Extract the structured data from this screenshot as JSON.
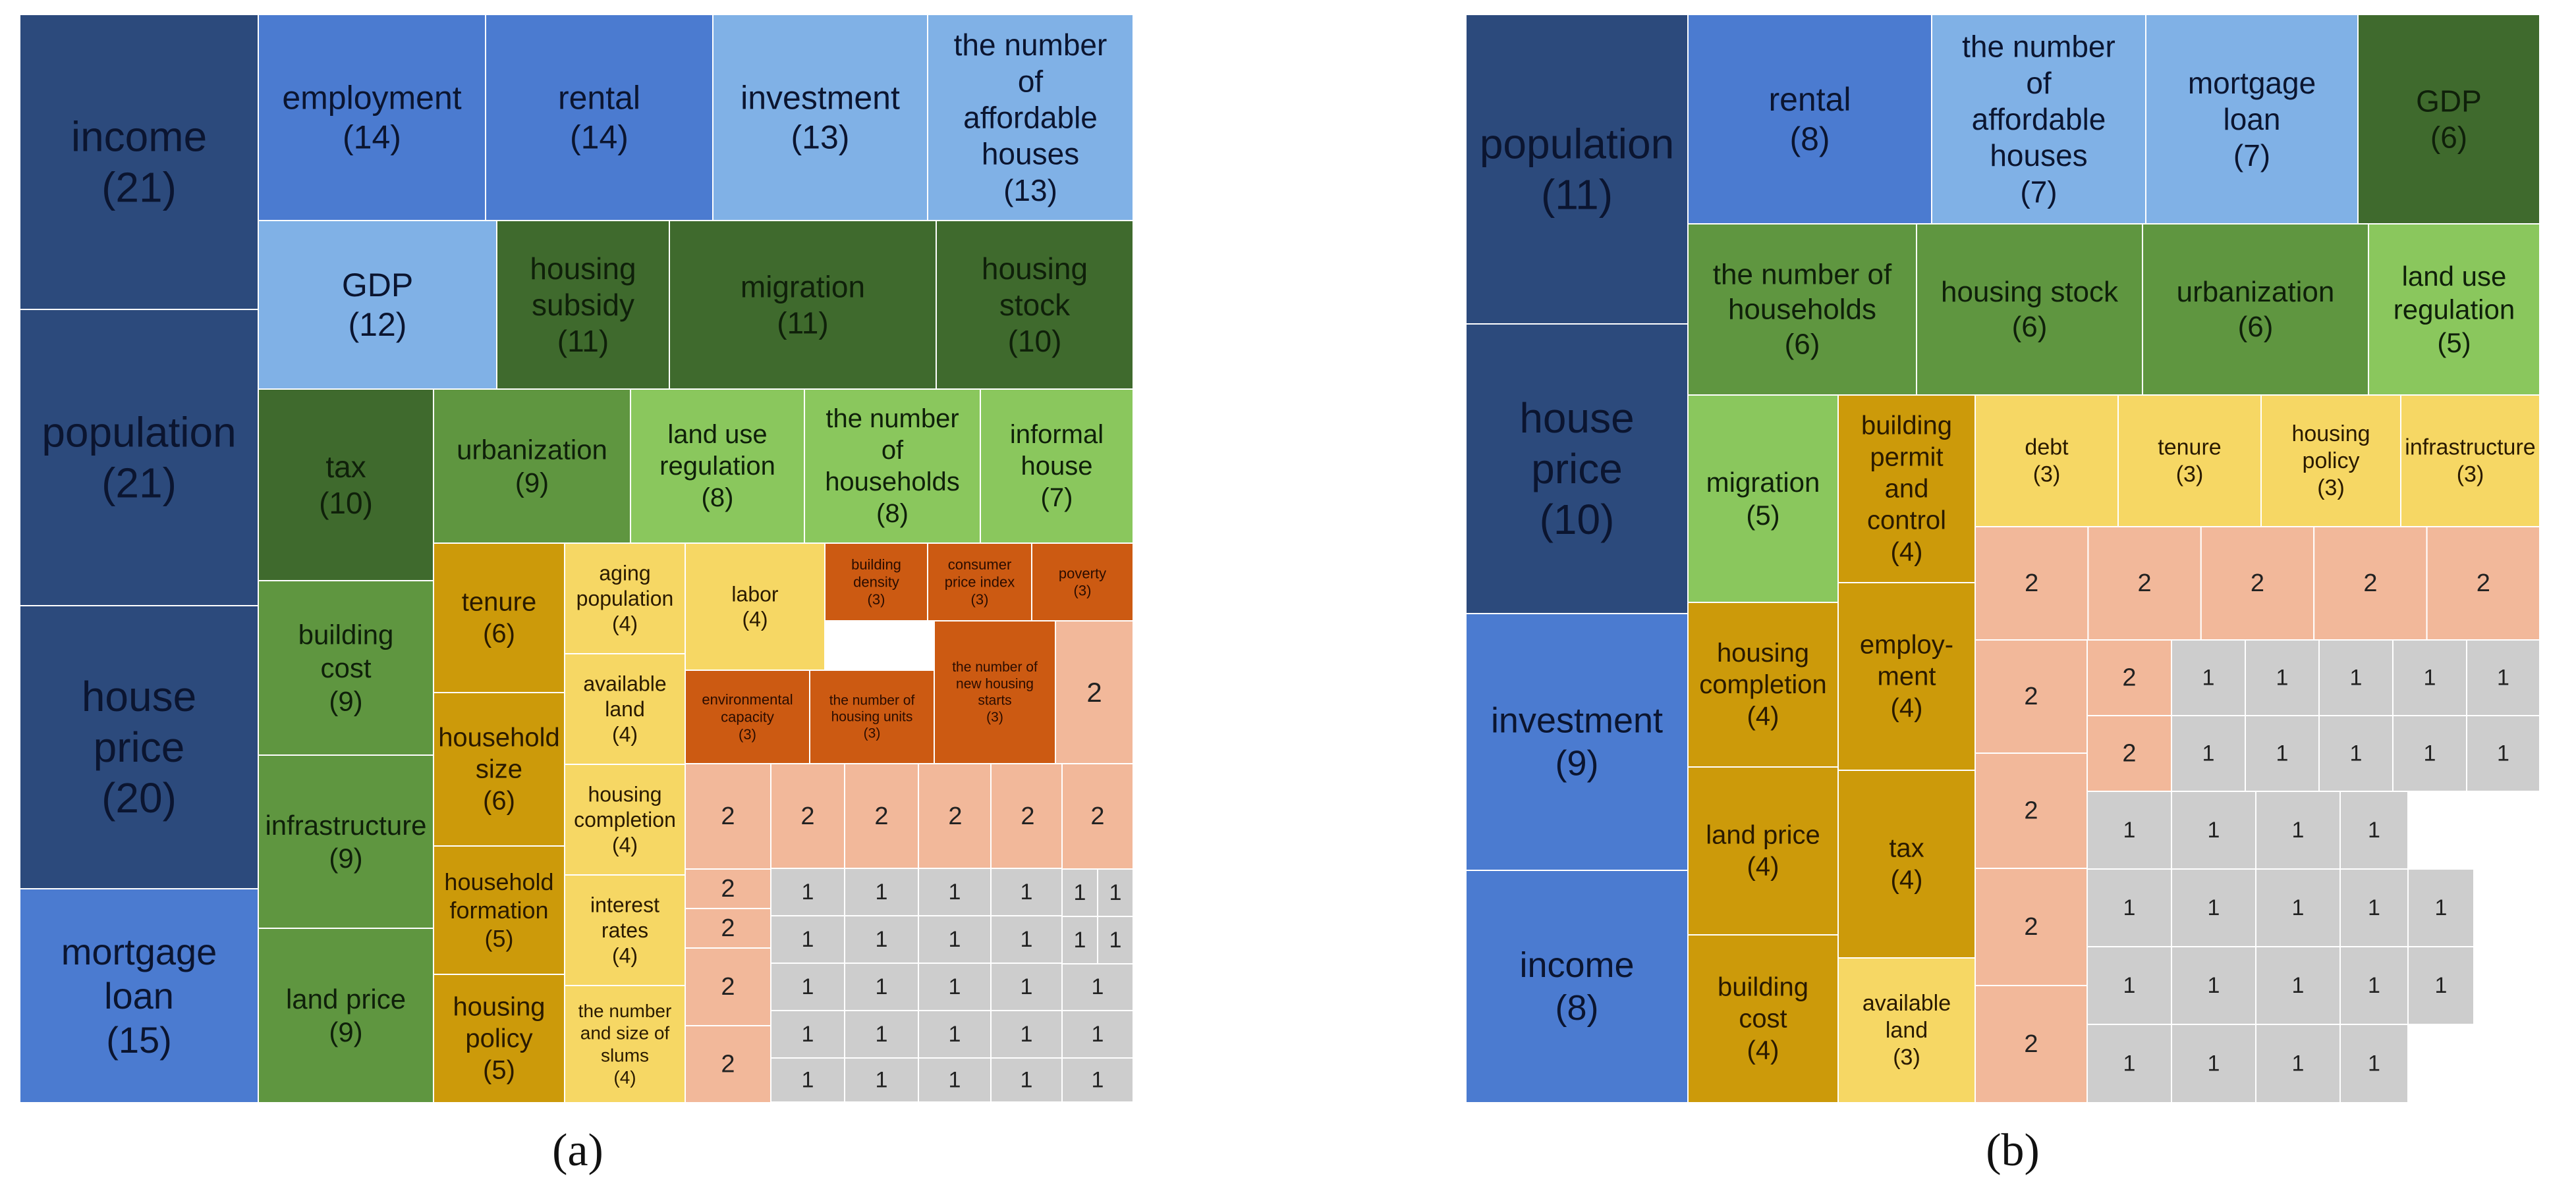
{
  "chart_data": [
    {
      "type": "treemap",
      "panel_label": "(a)",
      "items": [
        {
          "label": "income",
          "value": 21
        },
        {
          "label": "population",
          "value": 21
        },
        {
          "label": "house price",
          "value": 20
        },
        {
          "label": "mortgage loan",
          "value": 15
        },
        {
          "label": "employment",
          "value": 14
        },
        {
          "label": "rental",
          "value": 14
        },
        {
          "label": "investment",
          "value": 13
        },
        {
          "label": "the number of affordable houses",
          "value": 13
        },
        {
          "label": "GDP",
          "value": 12
        },
        {
          "label": "housing subsidy",
          "value": 11
        },
        {
          "label": "migration",
          "value": 11
        },
        {
          "label": "housing stock",
          "value": 10
        },
        {
          "label": "tax",
          "value": 10
        },
        {
          "label": "urbanization",
          "value": 9
        },
        {
          "label": "land use regulation",
          "value": 8
        },
        {
          "label": "the number of households",
          "value": 8
        },
        {
          "label": "informal house",
          "value": 7
        },
        {
          "label": "building cost",
          "value": 9
        },
        {
          "label": "infrastructure",
          "value": 9
        },
        {
          "label": "land price",
          "value": 9
        },
        {
          "label": "tenure",
          "value": 6
        },
        {
          "label": "household size",
          "value": 6
        },
        {
          "label": "household formation",
          "value": 5
        },
        {
          "label": "housing policy",
          "value": 5
        },
        {
          "label": "aging population",
          "value": 4
        },
        {
          "label": "available land",
          "value": 4
        },
        {
          "label": "housing completion",
          "value": 4
        },
        {
          "label": "interest rates",
          "value": 4
        },
        {
          "label": "the number and size of slums",
          "value": 4
        },
        {
          "label": "labor",
          "value": 4
        },
        {
          "label": "building density",
          "value": 3
        },
        {
          "label": "consumer price index",
          "value": 3
        },
        {
          "label": "poverty",
          "value": 3
        },
        {
          "label": "environmental capacity",
          "value": 3
        },
        {
          "label": "the number of housing units",
          "value": 3
        },
        {
          "label": "the number of new housing starts",
          "value": 3
        }
      ],
      "unlabeled_twos": 12,
      "unlabeled_ones": 29
    },
    {
      "type": "treemap",
      "panel_label": "(b)",
      "items": [
        {
          "label": "population",
          "value": 11
        },
        {
          "label": "house price",
          "value": 10
        },
        {
          "label": "investment",
          "value": 9
        },
        {
          "label": "income",
          "value": 8
        },
        {
          "label": "rental",
          "value": 8
        },
        {
          "label": "the number of affordable houses",
          "value": 7
        },
        {
          "label": "mortgage loan",
          "value": 7
        },
        {
          "label": "GDP",
          "value": 6
        },
        {
          "label": "the number of households",
          "value": 6
        },
        {
          "label": "housing stock",
          "value": 6
        },
        {
          "label": "urbanization",
          "value": 6
        },
        {
          "label": "land use regulation",
          "value": 5
        },
        {
          "label": "migration",
          "value": 5
        },
        {
          "label": "building permit and control",
          "value": 4
        },
        {
          "label": "housing completion",
          "value": 4
        },
        {
          "label": "employ-ment",
          "value": 4
        },
        {
          "label": "land price",
          "value": 4
        },
        {
          "label": "tax",
          "value": 4
        },
        {
          "label": "building cost",
          "value": 4
        },
        {
          "label": "available land",
          "value": 3
        },
        {
          "label": "debt",
          "value": 3
        },
        {
          "label": "tenure",
          "value": 3
        },
        {
          "label": "housing policy",
          "value": 3
        },
        {
          "label": "infrastructure",
          "value": 3
        }
      ],
      "unlabeled_twos": 11,
      "unlabeled_ones": 28
    }
  ]
}
